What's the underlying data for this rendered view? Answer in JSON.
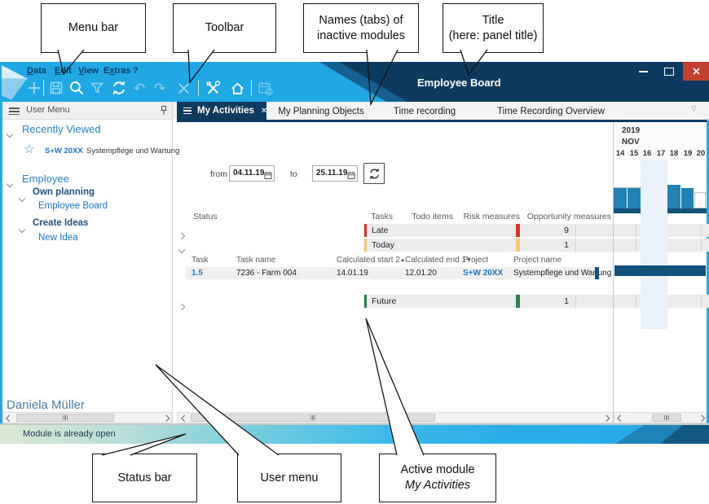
{
  "callouts": {
    "menu_bar": "Menu bar",
    "toolbar": "Toolbar",
    "inactive_tabs": [
      "Names (tabs) of",
      "inactive modules"
    ],
    "title": [
      "Title",
      "(here: panel title)"
    ],
    "status_bar": "Status bar",
    "user_menu": "User menu",
    "active_module": [
      "Active module",
      "My Activities"
    ]
  },
  "titlebar": {
    "title": "Employee Board"
  },
  "menubar": {
    "items": [
      {
        "pre": "",
        "key": "D",
        "post": "ata"
      },
      {
        "pre": "",
        "key": "E",
        "post": "dit"
      },
      {
        "pre": "",
        "key": "V",
        "post": "iew"
      },
      {
        "pre": "E",
        "key": "x",
        "post": "tras"
      },
      {
        "pre": "?",
        "key": "",
        "post": ""
      }
    ]
  },
  "toolbar": {
    "icons": [
      "new",
      "save",
      "search",
      "filter",
      "refresh",
      "undo",
      "redo",
      "delete",
      "tools",
      "home",
      "scheduler"
    ]
  },
  "icons": {
    "star": "☆",
    "tab_overflow": "▽",
    "tab_close": "✕",
    "undo": "↶",
    "redo": "↷"
  },
  "tabs": {
    "active": "My Activities",
    "inactive": [
      "My Planning Objects",
      "Time recording",
      "Time Recording Overview"
    ]
  },
  "sidebar": {
    "header": "User Menu",
    "recently_viewed": {
      "label": "Recently Viewed",
      "code": "S+W 20XX",
      "name": "Systempflege und Wartung"
    },
    "employee": {
      "label": "Employee",
      "own_planning": "Own planning",
      "employee_board": "Employee Board",
      "create_ideas": "Create Ideas",
      "new_idea": "New Idea"
    },
    "user_name": "Daniela Müller"
  },
  "filter": {
    "from_label": "from",
    "from_value": "04.11.19",
    "to_label": "to",
    "to_value": "25.11.19"
  },
  "table": {
    "headers": {
      "status": "Status",
      "tasks": "Tasks",
      "todo": "Todo items",
      "risk": "Risk measures",
      "opportunity": "Opportunity measures"
    },
    "late": {
      "label": "Late",
      "count": "9"
    },
    "today": {
      "label": "Today",
      "count": "1"
    },
    "future": {
      "label": "Future",
      "count": "1"
    },
    "sub_headers": {
      "task": "Task",
      "task_name": "Task name",
      "calc_start": "Calculated start",
      "calc_start_sort": "2",
      "calc_end": "Calculated end",
      "calc_end_sort": "1",
      "project": "Project",
      "project_name": "Project name"
    },
    "row": {
      "task": "1.5",
      "task_name": "7236 - Farm 004",
      "calc_start": "14.01.19",
      "calc_end": "12.01.20",
      "project": "S+W 20XX",
      "project_name": "Systempflege und Wartung"
    }
  },
  "gantt": {
    "year": "2019",
    "month": "NOV",
    "days": [
      "14",
      "15",
      "16",
      "17",
      "18",
      "19",
      "20"
    ]
  },
  "statusbar": {
    "message": "Module is already open"
  },
  "colors": {
    "accent_cyan": "#1FA8E4",
    "title_navy": "#0E3A5F",
    "close_red": "#C2402F",
    "late_red": "#D3362A",
    "today_amber": "#F2C779",
    "future_green": "#2E7D4F",
    "bar_teal": "#2283B3",
    "link_blue": "#1D74C4"
  }
}
